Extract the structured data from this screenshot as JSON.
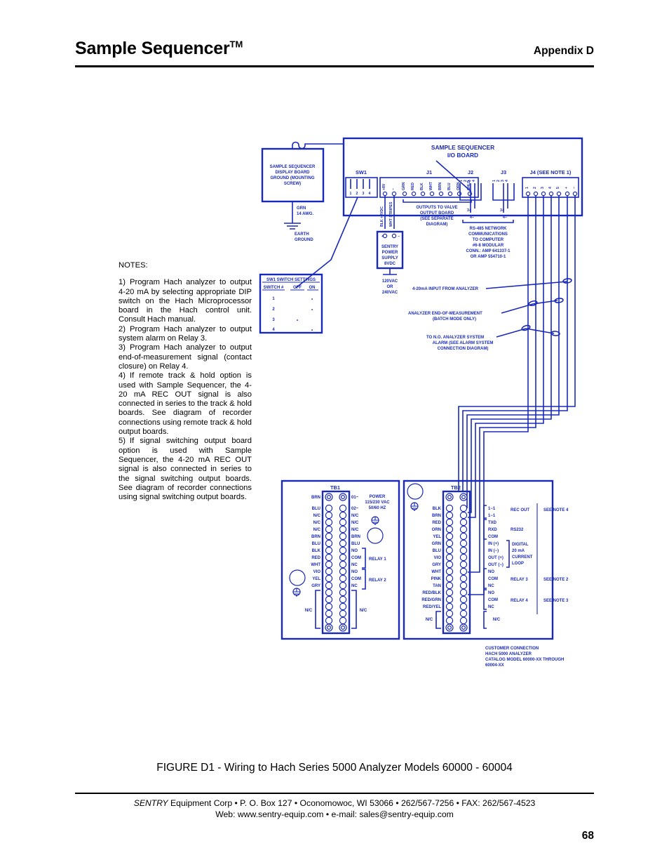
{
  "header": {
    "title": "Sample Sequencer",
    "trademark": "TM",
    "appendix": "Appendix D"
  },
  "notes": {
    "title": "NOTES:",
    "items": [
      {
        "num": "1)",
        "text": "Program Hach analyzer to output 4-20 mA by selecting appropriate DIP switch on the Hach Microprocessor board in the Hach control unit.  Consult Hach manual."
      },
      {
        "num": "2)",
        "text": "Program Hach analyzer to output system alarm on Relay 3."
      },
      {
        "num": "3)",
        "text": "Program Hach analyzer to output      end-of-measurement signal (contact closure) on Relay 4."
      },
      {
        "num": "4)",
        "text": "If remote track & hold option is used with Sample Sequencer, the 4-20 mA REC OUT signal is also connected in series to the track & hold boards.  See diagram of recorder connections using remote track & hold output boards."
      },
      {
        "num": "5)",
        "text": "If signal switching output board option is used with Sample Sequencer, the 4-20 mA REC OUT signal is also connected in series to the signal switching output boards.  See diagram of recorder connections using signal switching output boards."
      }
    ]
  },
  "diagram": {
    "ink_color": "#1a2ab8",
    "io_board_title": [
      "SAMPLE SEQUENCER",
      "I/O BOARD"
    ],
    "display_board": {
      "label": [
        "SAMPLE SEQUENCER",
        "DISPLAY BOARD",
        "GROUND (MOUNTING",
        "SCREW)"
      ],
      "ground_wire": [
        "GRN",
        "14 AWG."
      ],
      "earth_ground": [
        "EARTH",
        "GROUND"
      ]
    },
    "sw1": {
      "label": "SW1",
      "positions": [
        "1",
        "2",
        "3",
        "4"
      ]
    },
    "sw1_table": {
      "title": "SW1 SWITCH SETTINGS",
      "columns": [
        "SWITCH #",
        "OFF",
        "ON"
      ],
      "rows": [
        {
          "switch": "1",
          "off": "",
          "on": "•"
        },
        {
          "switch": "2",
          "off": "",
          "on": "•"
        },
        {
          "switch": "3",
          "off": "•",
          "on": ""
        },
        {
          "switch": "4",
          "off": "",
          "on": "•"
        }
      ]
    },
    "j1": {
      "label": "J1",
      "pins": [
        "+8V",
        "−",
        "GRN",
        "RED",
        "BLK",
        "WHT",
        "BRN",
        "BLU",
        "ORN",
        "SHLD"
      ],
      "caption": [
        "OUTPUTS TO VALVE",
        "OUTPUT BOARD",
        "(SEE SEPARATE",
        "DIAGRAM)"
      ]
    },
    "power_supply": {
      "wire_labels": [
        "BLK +8VDC",
        "WHT STRIPES"
      ],
      "terminals": [
        "+",
        "−"
      ],
      "label": [
        "SENTRY",
        "POWER",
        "SUPPLY",
        "8VDC"
      ],
      "mains": [
        "120VAC",
        "OR",
        "240VAC"
      ]
    },
    "j2": {
      "label": "J2",
      "pins": [
        "1",
        "2",
        "3",
        "4"
      ],
      "signals": [
        "3+",
        "4−"
      ]
    },
    "j3": {
      "label": "J3",
      "pins": [
        "1",
        "2",
        "3",
        "4"
      ],
      "signals": [
        "3+",
        "4−"
      ]
    },
    "rs485_caption": [
      "RS-485 NETWORK",
      "COMMUNICATIONS",
      "TO COMPUTER",
      "#6-8 MODULAR",
      "CONN.: AMP 641337-1",
      "OR AMP 554710-1"
    ],
    "j4": {
      "label": "J4 (SEE NOTE 1)",
      "pins": [
        "1",
        "2",
        "3",
        "4",
        "5",
        "+",
        "−"
      ]
    },
    "annotations": [
      {
        "name": "input-from-analyzer",
        "lines": [
          "4-20mA INPUT FROM ANALYZER"
        ]
      },
      {
        "name": "end-of-measurement",
        "lines": [
          "ANALYZER END-OF-MEASUREMENT",
          "(BATCH MODE ONLY)"
        ]
      },
      {
        "name": "analyzer-system-alarm",
        "lines": [
          "TO N.O. ANALYZER SYSTEM",
          "ALARM (SEE ALARM SYSTEM",
          "CONNECTION DIAGRAM)"
        ]
      }
    ],
    "tb1": {
      "label": "TB1",
      "left_labels": [
        "BRN",
        "BLU",
        "N/C",
        "N/C",
        "N/C",
        "BRN",
        "BLU",
        "BLK",
        "RED",
        "WHT",
        "VIO",
        "YEL",
        "GRY"
      ],
      "right_labels": [
        "01~",
        "02~",
        "N/C",
        "N/C",
        "N/C",
        "BRN",
        "BLU",
        "NO",
        "COM",
        "NC",
        "NO",
        "COM",
        "NC"
      ],
      "power_label": [
        "POWER",
        "115/230 VAC",
        "50/60 HZ"
      ],
      "relays": [
        "RELAY 1",
        "RELAY 2"
      ],
      "nc_left": "N/C",
      "nc_right": "N/C"
    },
    "tb2": {
      "label": "TB2",
      "left_labels": [
        "BLK",
        "BRN",
        "RED",
        "ORN",
        "YEL",
        "GRN",
        "BLU",
        "VIO",
        "GRY",
        "WHT",
        "PINK",
        "TAN",
        "RED/BLK",
        "RED/GRN",
        "RED/YEL"
      ],
      "right_labels": [
        "1−1",
        "1−1",
        "TXD",
        "RXD",
        "COM",
        "IN (+)",
        "IN (−)",
        "OUT (+)",
        "OUT (−)",
        "NO",
        "COM",
        "NC",
        "NO",
        "COM",
        "NC"
      ],
      "groups": [
        {
          "name": "REC OUT",
          "note": "SEE NOTE 4"
        },
        {
          "name": "RS232",
          "note": ""
        },
        {
          "name": "DIGITAL 20 mA CURRENT LOOP",
          "note": ""
        },
        {
          "name": "RELAY 3",
          "note": "SEE NOTE 2"
        },
        {
          "name": "RELAY 4",
          "note": "SEE NOTE 3"
        }
      ],
      "group_labels": {
        "rec_out": "REC OUT",
        "rs232": "RS232",
        "digital_loop": [
          "DIGITAL",
          "20 mA",
          "CURRENT",
          "LOOP"
        ],
        "relay3": "RELAY 3",
        "relay4": "RELAY 4"
      },
      "notes": {
        "note4": "SEE NOTE 4",
        "note2": "SEE NOTE 2",
        "note3": "SEE NOTE 3"
      },
      "nc_left": "N/C",
      "nc_right": "N/C"
    },
    "customer_connection": [
      "CUSTOMER CONNECTION",
      "HACH 5000 ANALYZER",
      "CATALOG MODEL 60000-XX THROUGH",
      "60004-XX"
    ]
  },
  "figure_caption": "FIGURE D1 -  Wiring to Hach Series 5000 Analyzer Models 60000 - 60004",
  "footer": {
    "brand": "SENTRY",
    "line1": " Equipment Corp • P. O. Box 127 • Oconomowoc, WI  53066 • 262/567-7256 • FAX: 262/567-4523",
    "line2": "Web: www.sentry-equip.com • e-mail: sales@sentry-equip.com"
  },
  "page_number": "68"
}
